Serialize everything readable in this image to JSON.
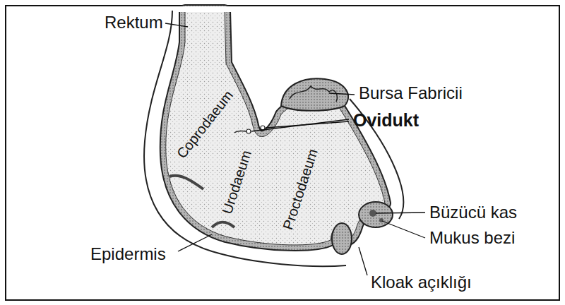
{
  "diagram": {
    "labels": [
      "Rektum",
      "Bursa Fabricii",
      "Ovidukt",
      "Coprodaeum",
      "Urodaeum",
      "Proctodaeum",
      "Büzücü kas",
      "Mukus bezi",
      "Epidermis",
      "Kloak açıklığı"
    ]
  }
}
